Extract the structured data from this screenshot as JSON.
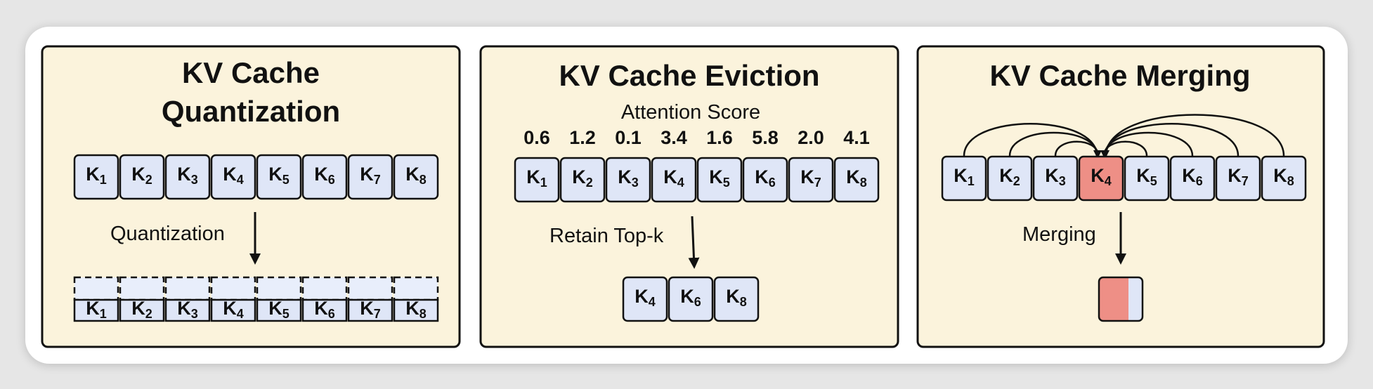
{
  "panels": [
    {
      "title_lines": [
        "KV Cache",
        "Quantization"
      ],
      "keys": [
        {
          "base": "K",
          "sub": "1"
        },
        {
          "base": "K",
          "sub": "2"
        },
        {
          "base": "K",
          "sub": "3"
        },
        {
          "base": "K",
          "sub": "4"
        },
        {
          "base": "K",
          "sub": "5"
        },
        {
          "base": "K",
          "sub": "6"
        },
        {
          "base": "K",
          "sub": "7"
        },
        {
          "base": "K",
          "sub": "8"
        }
      ],
      "arrow_label": "Quantization"
    },
    {
      "title_lines": [
        "KV Cache Eviction"
      ],
      "score_caption": "Attention Score",
      "scores": [
        "0.6",
        "1.2",
        "0.1",
        "3.4",
        "1.6",
        "5.8",
        "2.0",
        "4.1"
      ],
      "keys": [
        {
          "base": "K",
          "sub": "1"
        },
        {
          "base": "K",
          "sub": "2"
        },
        {
          "base": "K",
          "sub": "3"
        },
        {
          "base": "K",
          "sub": "4"
        },
        {
          "base": "K",
          "sub": "5"
        },
        {
          "base": "K",
          "sub": "6"
        },
        {
          "base": "K",
          "sub": "7"
        },
        {
          "base": "K",
          "sub": "8"
        }
      ],
      "arrow_label": "Retain Top-k",
      "retained_keys": [
        {
          "base": "K",
          "sub": "4"
        },
        {
          "base": "K",
          "sub": "6"
        },
        {
          "base": "K",
          "sub": "8"
        }
      ]
    },
    {
      "title_lines": [
        "KV Cache Merging"
      ],
      "keys": [
        {
          "base": "K",
          "sub": "1"
        },
        {
          "base": "K",
          "sub": "2"
        },
        {
          "base": "K",
          "sub": "3"
        },
        {
          "base": "K",
          "sub": "4"
        },
        {
          "base": "K",
          "sub": "5"
        },
        {
          "base": "K",
          "sub": "6"
        },
        {
          "base": "K",
          "sub": "7"
        },
        {
          "base": "K",
          "sub": "8"
        }
      ],
      "highlighted_key": "4",
      "arrow_label": "Merging"
    }
  ],
  "colors": {
    "panel_fill": "#fbf3dc",
    "key_fill": "#dfe6f7",
    "highlight_fill": "#ee8f86",
    "quantized_fill": "#e8eefb"
  }
}
